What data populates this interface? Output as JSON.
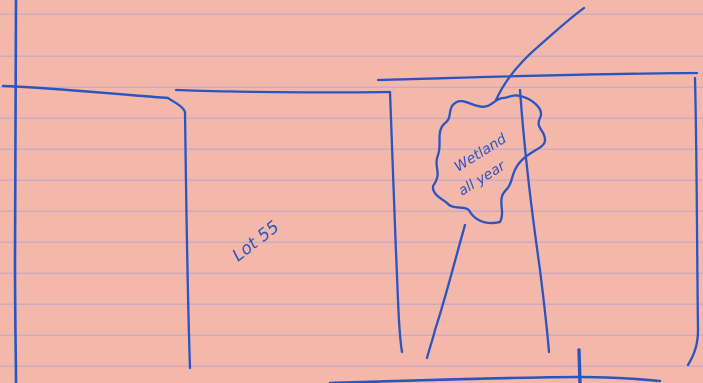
{
  "sketch": {
    "lot_label": "Lot 55",
    "wetland_label_line1": "Wetland",
    "wetland_label_line2": "all year"
  },
  "colors": {
    "paper": "#f4b8ab",
    "ink": "#2a55c0",
    "ruling": "#aaa0d2"
  }
}
